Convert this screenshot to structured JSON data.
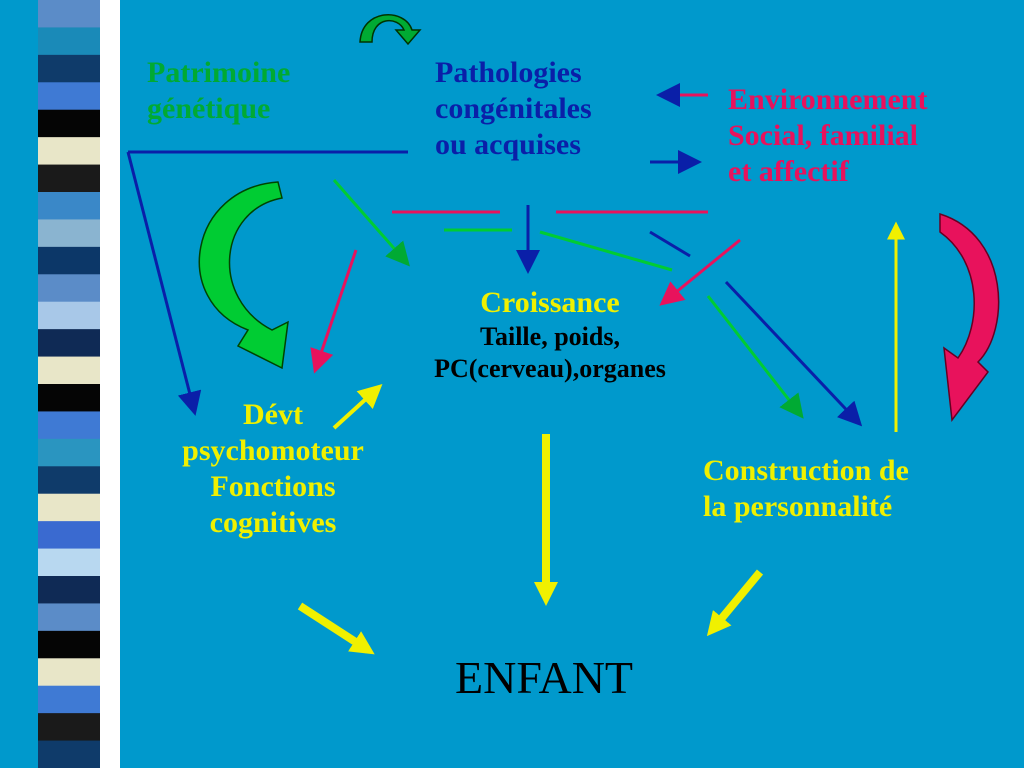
{
  "colors": {
    "background": "#0099cc",
    "green": "#00aa33",
    "blue": "#0a1fa8",
    "magenta": "#e8125c",
    "yellow": "#f0f000",
    "black": "#000000"
  },
  "stripes": [
    "#5b8cc8",
    "#1a8ab8",
    "#0f3b6a",
    "#3f7ad4",
    "#050505",
    "#e8e6c8",
    "#1a1a1a",
    "#3a88c8",
    "#8ab4d0",
    "#0c3768",
    "#5b8cc8",
    "#a8c8e8",
    "#0f2a55",
    "#e8e6c8",
    "#050505",
    "#3f7ad4",
    "#2a95c0",
    "#0f3b6a",
    "#e8e6c8",
    "#3a6ad0",
    "#b8d8f0",
    "#0f2a55",
    "#5b8cc8",
    "#050505",
    "#e8e6c8",
    "#3f7ad4",
    "#1a1a1a",
    "#0f3b6a"
  ],
  "nodes": {
    "patrimoine": [
      "Patrimoine",
      "génétique"
    ],
    "pathologies": [
      "Pathologies",
      "congénitales",
      "ou acquises"
    ],
    "environnement": [
      "Environnement",
      "Social, familial",
      "et affectif"
    ],
    "croissance": {
      "title": "Croissance",
      "lines": [
        "Taille, poids,",
        "PC(cerveau),organes"
      ]
    },
    "devt": [
      "Dévt",
      "psychomoteur",
      "Fonctions",
      "cognitives"
    ],
    "construction": [
      "Construction de",
      "la personnalité"
    ],
    "enfant": "ENFANT"
  }
}
